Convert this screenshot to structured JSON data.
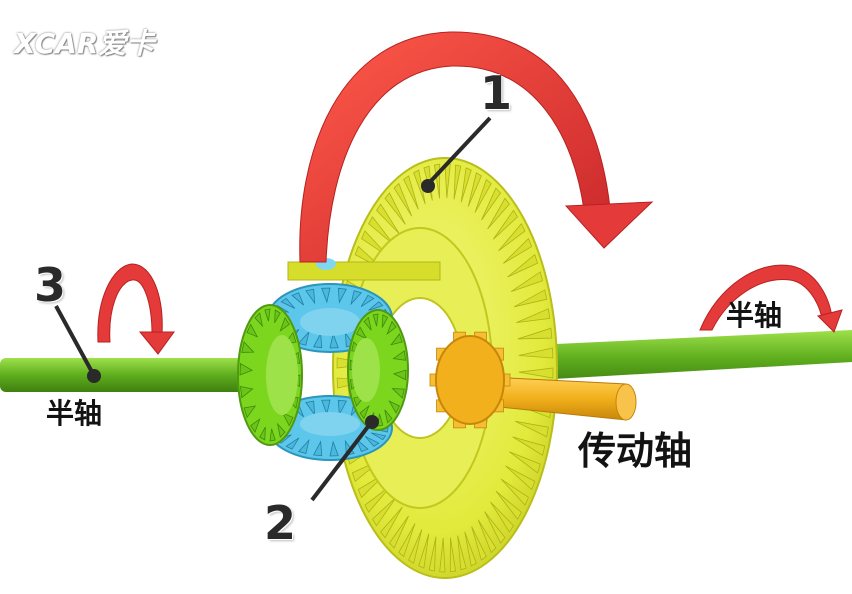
{
  "labels": {
    "ring_gear_number": "1",
    "pinion_gear_number": "2",
    "half_shaft_number": "3",
    "half_shaft_left": "半轴",
    "half_shaft_right": "半轴",
    "drive_shaft": "传动轴"
  },
  "watermark": "XCAR爱卡",
  "colors": {
    "ring_gear": "#e2ea3c",
    "pinion_gear": "#f2b11c",
    "side_gear": "#7cd61e",
    "spider_gear": "#5cc7ea",
    "half_shaft": "#5fae1e",
    "arrow": "#e53a3a",
    "leader_line": "#2a2a2a"
  },
  "icons": [
    "rotation-arrow-icon",
    "ring-gear-icon",
    "drive-pinion-icon",
    "half-shaft-icon"
  ]
}
